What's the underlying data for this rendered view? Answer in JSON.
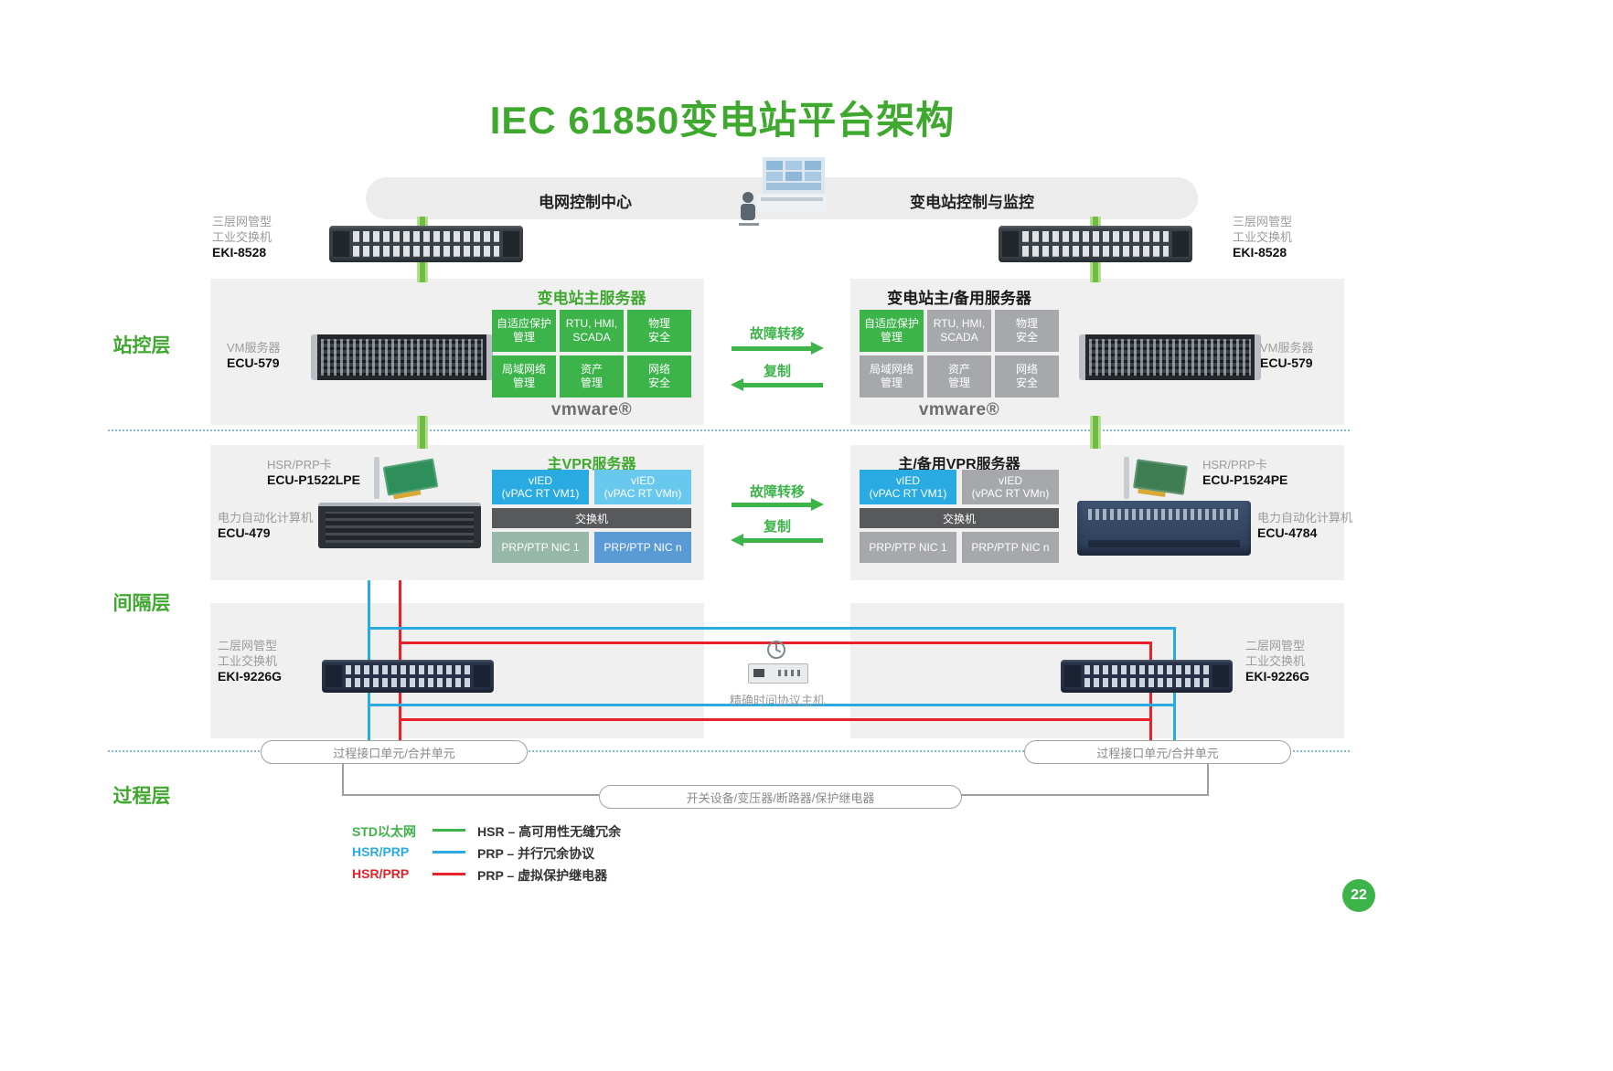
{
  "title": "IEC 61850变电站平台架构",
  "page_number": "22",
  "banner": {
    "grid_control_center": "电网控制中心",
    "substation_control": "变电站控制与监控"
  },
  "layer_labels": {
    "station": "站控层",
    "bay": "间隔层",
    "process": "过程层"
  },
  "colors": {
    "brand_green": "#3fa82e",
    "cell_green": "#3cb44a",
    "cell_gray": "#a6a8ab",
    "vied_blue": "#29abe2",
    "vied_blue_light": "#69c8ee",
    "nic_teal": "#97b8a8",
    "nic_blue": "#5b9bd5",
    "bar_dark": "#58595b",
    "wire_blue": "#29abe2",
    "wire_red": "#e8202a",
    "link_green": "#6fbe44",
    "panel_gray": "#f0f0f1",
    "dashed_blue": "#85b7da"
  },
  "devices": {
    "eki8528_left": {
      "line1": "三层网管型",
      "line2": "工业交换机",
      "model": "EKI-8528"
    },
    "eki8528_right": {
      "line1": "三层网管型",
      "line2": "工业交换机",
      "model": "EKI-8528"
    },
    "ecu579_left": {
      "line1": "VM服务器",
      "model": "ECU-579"
    },
    "ecu579_right": {
      "line1": "VM服务器",
      "model": "ECU-579"
    },
    "card_left": {
      "line1": "HSR/PRP卡",
      "model": "ECU-P1522LPE"
    },
    "card_right": {
      "line1": "HSR/PRP卡",
      "model": "ECU-P1524PE"
    },
    "ecu479": {
      "line1": "电力自动化计算机",
      "model": "ECU-479"
    },
    "ecu4784": {
      "line1": "电力自动化计算机",
      "model": "ECU-4784"
    },
    "eki9226_left": {
      "line1": "二层网管型",
      "line2": "工业交换机",
      "model": "EKI-9226G"
    },
    "eki9226_right": {
      "line1": "二层网管型",
      "line2": "工业交换机",
      "model": "EKI-9226G"
    },
    "ptp_host": {
      "label": "精确时间协议主机"
    }
  },
  "station_main": {
    "title": "变电站主服务器",
    "cells": [
      "自适应保护\n管理",
      "RTU, HMI,\nSCADA",
      "物理\n安全",
      "局域网络\n管理",
      "资产\n管理",
      "网络\n安全"
    ],
    "vmware": "vmware®"
  },
  "station_backup": {
    "title": "变电站主/备用服务器",
    "cells": [
      "自适应保护\n管理",
      "RTU, HMI,\nSCADA",
      "物理\n安全",
      "局域网络\n管理",
      "资产\n管理",
      "网络\n安全"
    ],
    "vmware": "vmware®"
  },
  "arrows": {
    "failover": "故障转移",
    "replicate": "复制"
  },
  "vpr_main": {
    "title": "主VPR服务器",
    "vied1": "vIED\n(vPAC RT VM1)",
    "viedn": "vIED\n(vPAC RT VMn)",
    "switch": "交换机",
    "nic1": "PRP/PTP NIC 1",
    "nicn": "PRP/PTP NIC n"
  },
  "vpr_backup": {
    "title": "主/备用VPR服务器",
    "vied1": "vIED\n(vPAC RT VM1)",
    "viedn": "vIED\n(vPAC RT VMn)",
    "switch": "交换机",
    "nic1": "PRP/PTP NIC 1",
    "nicn": "PRP/PTP NIC n"
  },
  "process": {
    "left_pill": "过程接口单元/合并单元",
    "right_pill": "过程接口单元/合并单元",
    "center_pill": "开关设备/变压器/断路器/保护继电器"
  },
  "legend": [
    {
      "label": "STD以太网",
      "color": "#3cb44a",
      "text": "HSR – 高可用性无缝冗余"
    },
    {
      "label": "HSR/PRP",
      "color": "#29abe2",
      "text": "PRP – 并行冗余协议"
    },
    {
      "label": "HSR/PRP",
      "color": "#e8202a",
      "text": "PRP – 虚拟保护继电器"
    }
  ]
}
